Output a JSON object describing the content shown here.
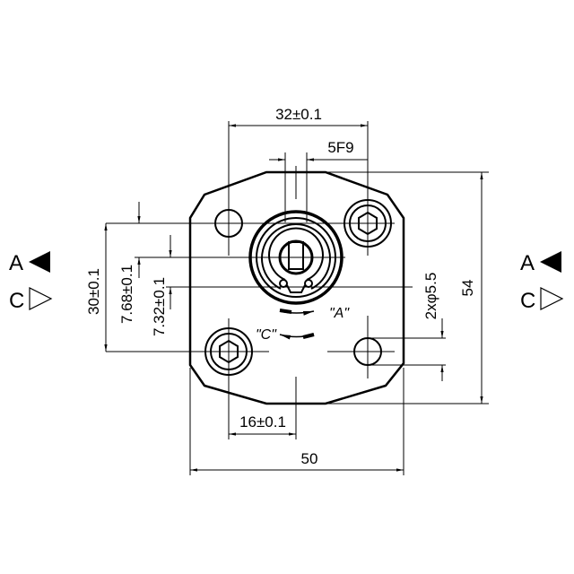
{
  "drawing": {
    "dimensions": {
      "bolt_spacing_width": "32±0.1",
      "keyway": "5F9",
      "overall_height": "54",
      "hole_diameter": "2xφ5.5",
      "bolt_spacing_height": "30±0.1",
      "upper_offset": "7.68±0.1",
      "lower_offset": "7.32±0.1",
      "half_spacing": "16±0.1",
      "overall_width": "50"
    },
    "rotation_labels": {
      "a": "\"A\"",
      "c": "\"C\""
    },
    "legend_left": {
      "a": "A",
      "c": "C"
    },
    "legend_right": {
      "a": "A",
      "c": "C"
    }
  }
}
